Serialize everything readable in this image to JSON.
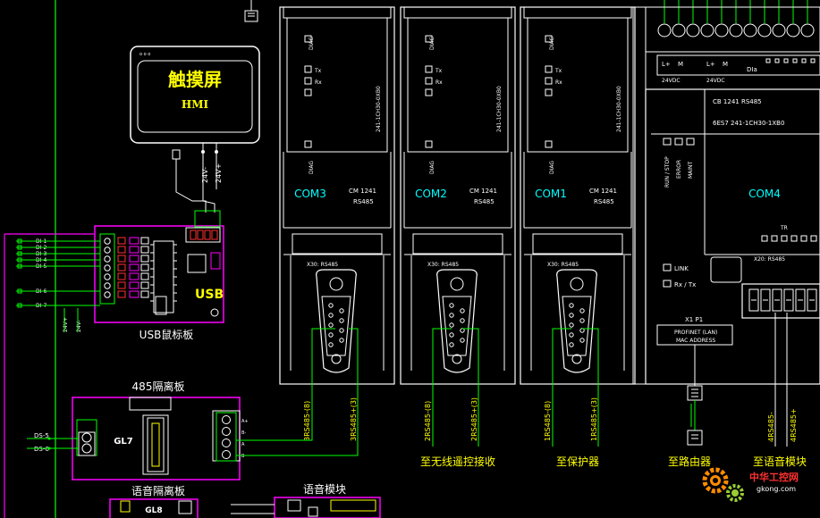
{
  "colors": {
    "background": "#000000",
    "module_line": "#ffffff",
    "board_line": "#ff00ff",
    "wire": "#00ff00",
    "label": "#ffff00",
    "com_label": "#00ffff",
    "hmi_title": "#ffff00",
    "accent_red": "#ff3030"
  },
  "hmi": {
    "title": "触摸屏",
    "subtitle": "HMI",
    "power_1": "24V-",
    "power_2": "24V+"
  },
  "usb_board": {
    "caption": "USB鼠标板",
    "chip_label": "USB",
    "inputs": [
      "DI-1",
      "DI-2",
      "DI-3",
      "DI-4",
      "DI-5",
      "DI-6",
      "DI-7"
    ],
    "bottom_labels": [
      "24V+",
      "24V-"
    ]
  },
  "comm_modules": [
    {
      "com": "COM3",
      "model": "CM 1241",
      "bus": "RS485",
      "part": "241-1CH30-0XB0",
      "port_label": "X30: RS485",
      "leds": [
        "DIAG",
        "Tx",
        "Rx"
      ],
      "wires": [
        "3RS485-(8)",
        "3RS485+(3)"
      ],
      "destination": ""
    },
    {
      "com": "COM2",
      "model": "CM 1241",
      "bus": "RS485",
      "part": "241-1CH30-0XB0",
      "port_label": "X30: RS485",
      "leds": [
        "DIAG",
        "Tx",
        "Rx"
      ],
      "wires": [
        "2RS485-(8)",
        "2RS485+(3)"
      ],
      "destination": "至无线遥控接收"
    },
    {
      "com": "COM1",
      "model": "CM 1241",
      "bus": "RS485",
      "part": "241-1CH30-0XB0",
      "port_label": "X30: RS485",
      "leds": [
        "DIAG",
        "Tx",
        "Rx"
      ],
      "wires": [
        "1RS485-(8)",
        "1RS485+(3)"
      ],
      "destination": "至保护器"
    }
  ],
  "cpu_module": {
    "com": "COM4",
    "board_title": "CB 1241 RS485",
    "part": "6ES7 241-1CH30-1XB0",
    "port_label": "X20: RS485",
    "status_leds": [
      "RUN / STOP",
      "ERROR",
      "MAINT"
    ],
    "link_label": "LINK",
    "rxtx_label": "Rx / Tx",
    "profinet_label": "X1 P1",
    "profinet_text": "PROFINET (LAN)",
    "mac_text": "MAC ADDRESS",
    "power_labels": [
      "L+",
      "M",
      "L+",
      "M"
    ],
    "supply_labels": [
      "24VDC",
      "24VDC"
    ],
    "di_header": "DIa",
    "terminal_label": "TR",
    "router_destination": "至路由器",
    "voice_destination": "至语音模块",
    "voice_wires": [
      "4RS485-",
      "4RS485+"
    ]
  },
  "isolation_board": {
    "title": "485隔离板",
    "chip": "GL7",
    "inputs": [
      "DS-5",
      "DS-6"
    ],
    "outputs": [
      "A+",
      "B-",
      "A",
      "B"
    ]
  },
  "voice_isolation_board": {
    "title": "语音隔离板",
    "chip": "GL8"
  },
  "voice_module": {
    "title": "语音模块"
  },
  "watermark": {
    "name": "中华工控网",
    "url": "gkong.com"
  }
}
